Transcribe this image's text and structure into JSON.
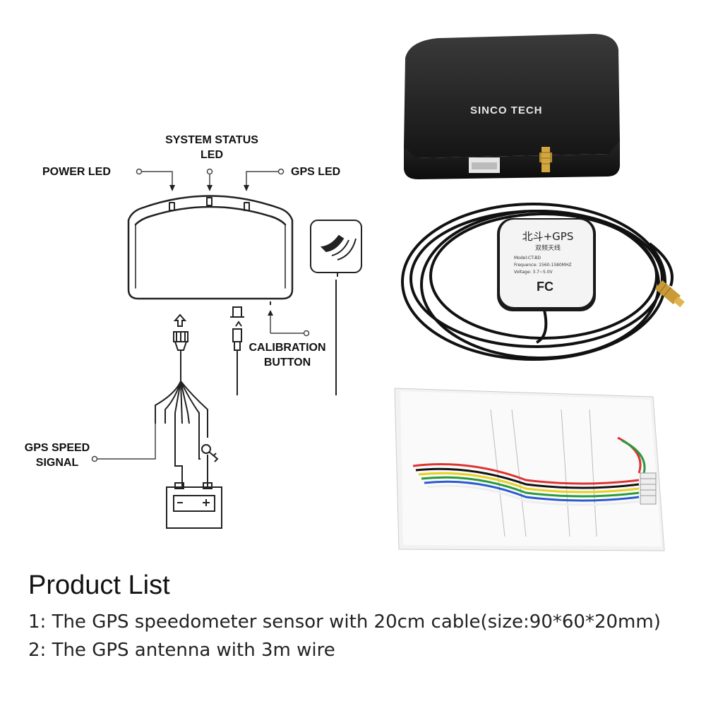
{
  "diagram": {
    "labels": {
      "system_status_led": "SYSTEM STATUS",
      "system_status_led_2": "LED",
      "power_led": "POWER LED",
      "gps_led": "GPS LED",
      "calibration_button": "CALIBRATION",
      "calibration_button_2": "BUTTON",
      "gps_speed_signal": "GPS SPEED",
      "gps_speed_signal_2": "SIGNAL"
    }
  },
  "photos": {
    "sensor_box": {
      "brand": "SINCO TECH"
    },
    "antenna": {
      "title": "北斗+GPS",
      "subtitle": "双频天线",
      "model": "Model:CT-BD",
      "frequence": "Frequence: 1560-1580MHZ",
      "voltage": "Voltage: 3.7~5.0V",
      "fc": "FC"
    }
  },
  "product_list": {
    "title": "Product List",
    "items": [
      "1: The GPS speedometer sensor with 20cm cable(size:90*60*20mm)",
      "2: The GPS antenna with 3m wire"
    ]
  }
}
